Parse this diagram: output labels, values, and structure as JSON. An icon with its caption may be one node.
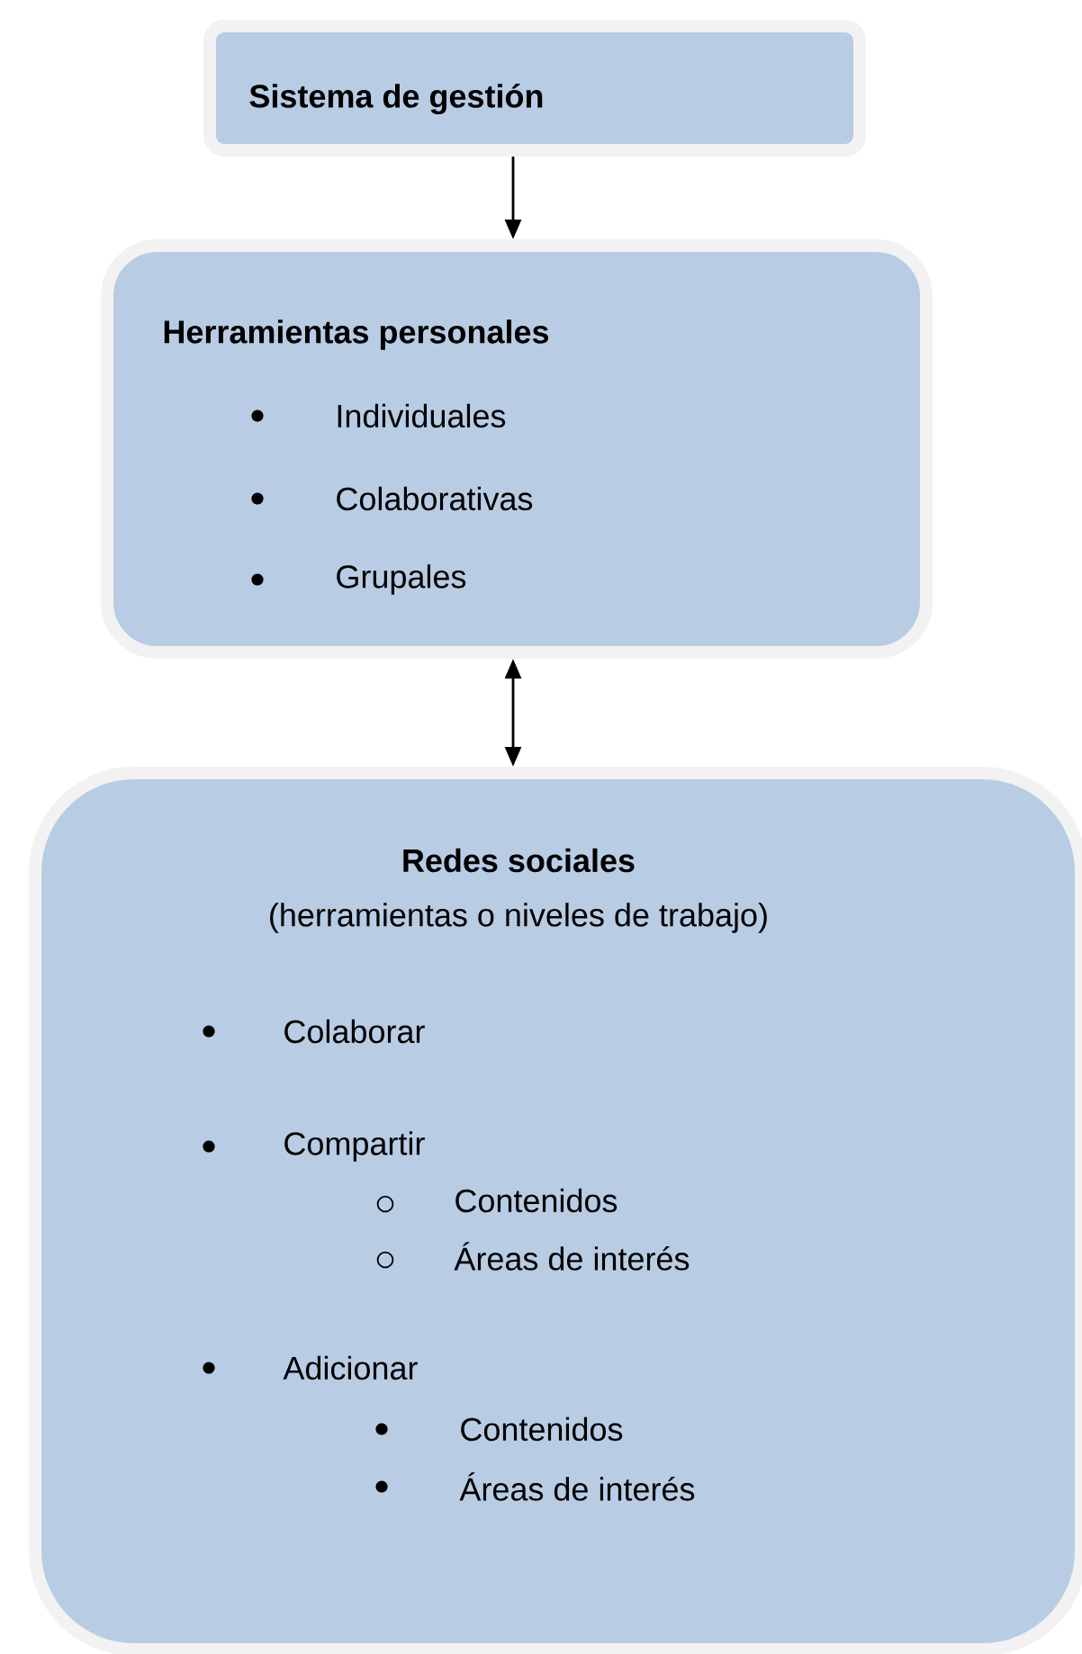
{
  "diagram": {
    "nodes": [
      {
        "text": [
          "Sistema de gestión"
        ]
      },
      {
        "text": [
          "Herramientas personales",
          "Individuales",
          "Colaborativas",
          "Grupales"
        ]
      },
      {
        "text": [
          "Redes sociales",
          "(herramientas o niveles de trabajo)",
          "Colaborar",
          "Compartir",
          "Contenidos",
          "Áreas de interés",
          "Adicionar",
          "Contenidos",
          "Áreas de interés"
        ]
      }
    ],
    "edges": [
      {
        "from": 0,
        "to": 1,
        "arrow": "to"
      },
      {
        "from": 1,
        "to": 2,
        "arrow": "both"
      }
    ]
  }
}
